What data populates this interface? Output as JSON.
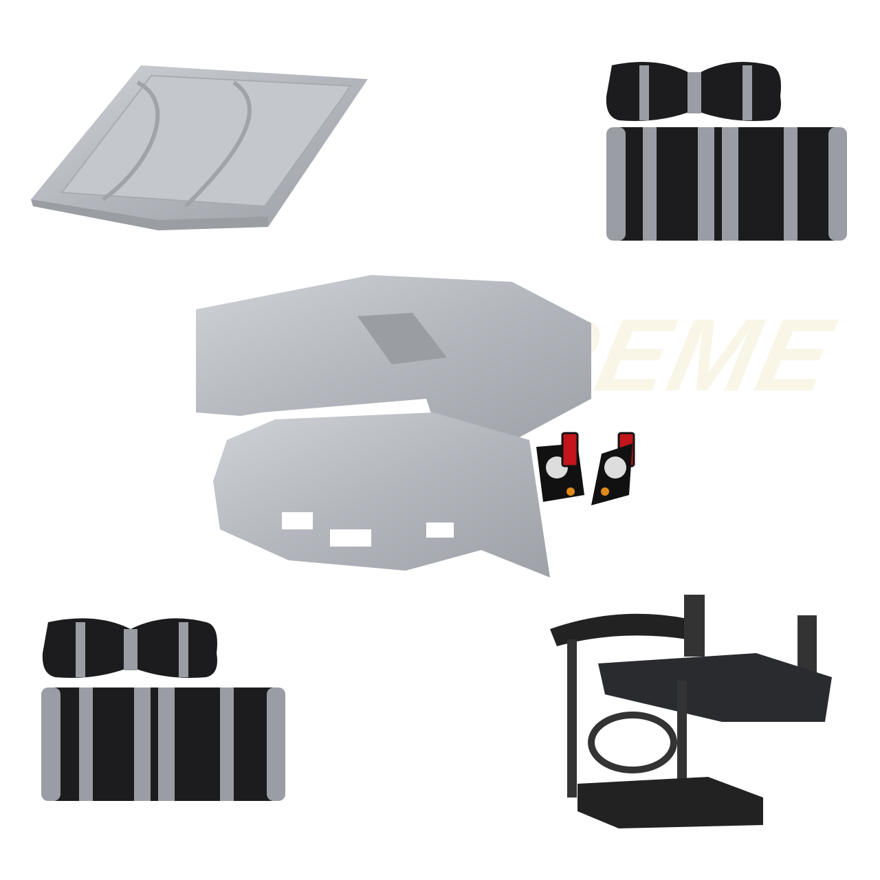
{
  "watermark": "XTREME",
  "products": [
    {
      "name": "roof-top",
      "color": "#b9bcc2"
    },
    {
      "name": "seat-cushion-set-top",
      "colors": [
        "#9a9da3",
        "#1c1c1e"
      ]
    },
    {
      "name": "front-rear-body-kit",
      "color": "#b3b6bc"
    },
    {
      "name": "led-light-kit",
      "colors": [
        "#111111",
        "#c2161c",
        "#e08a1a"
      ]
    },
    {
      "name": "seat-cushion-set-bottom",
      "colors": [
        "#9a9da3",
        "#1c1c1e"
      ]
    },
    {
      "name": "rear-flip-seat-kit",
      "color": "#2a2b2e"
    }
  ]
}
